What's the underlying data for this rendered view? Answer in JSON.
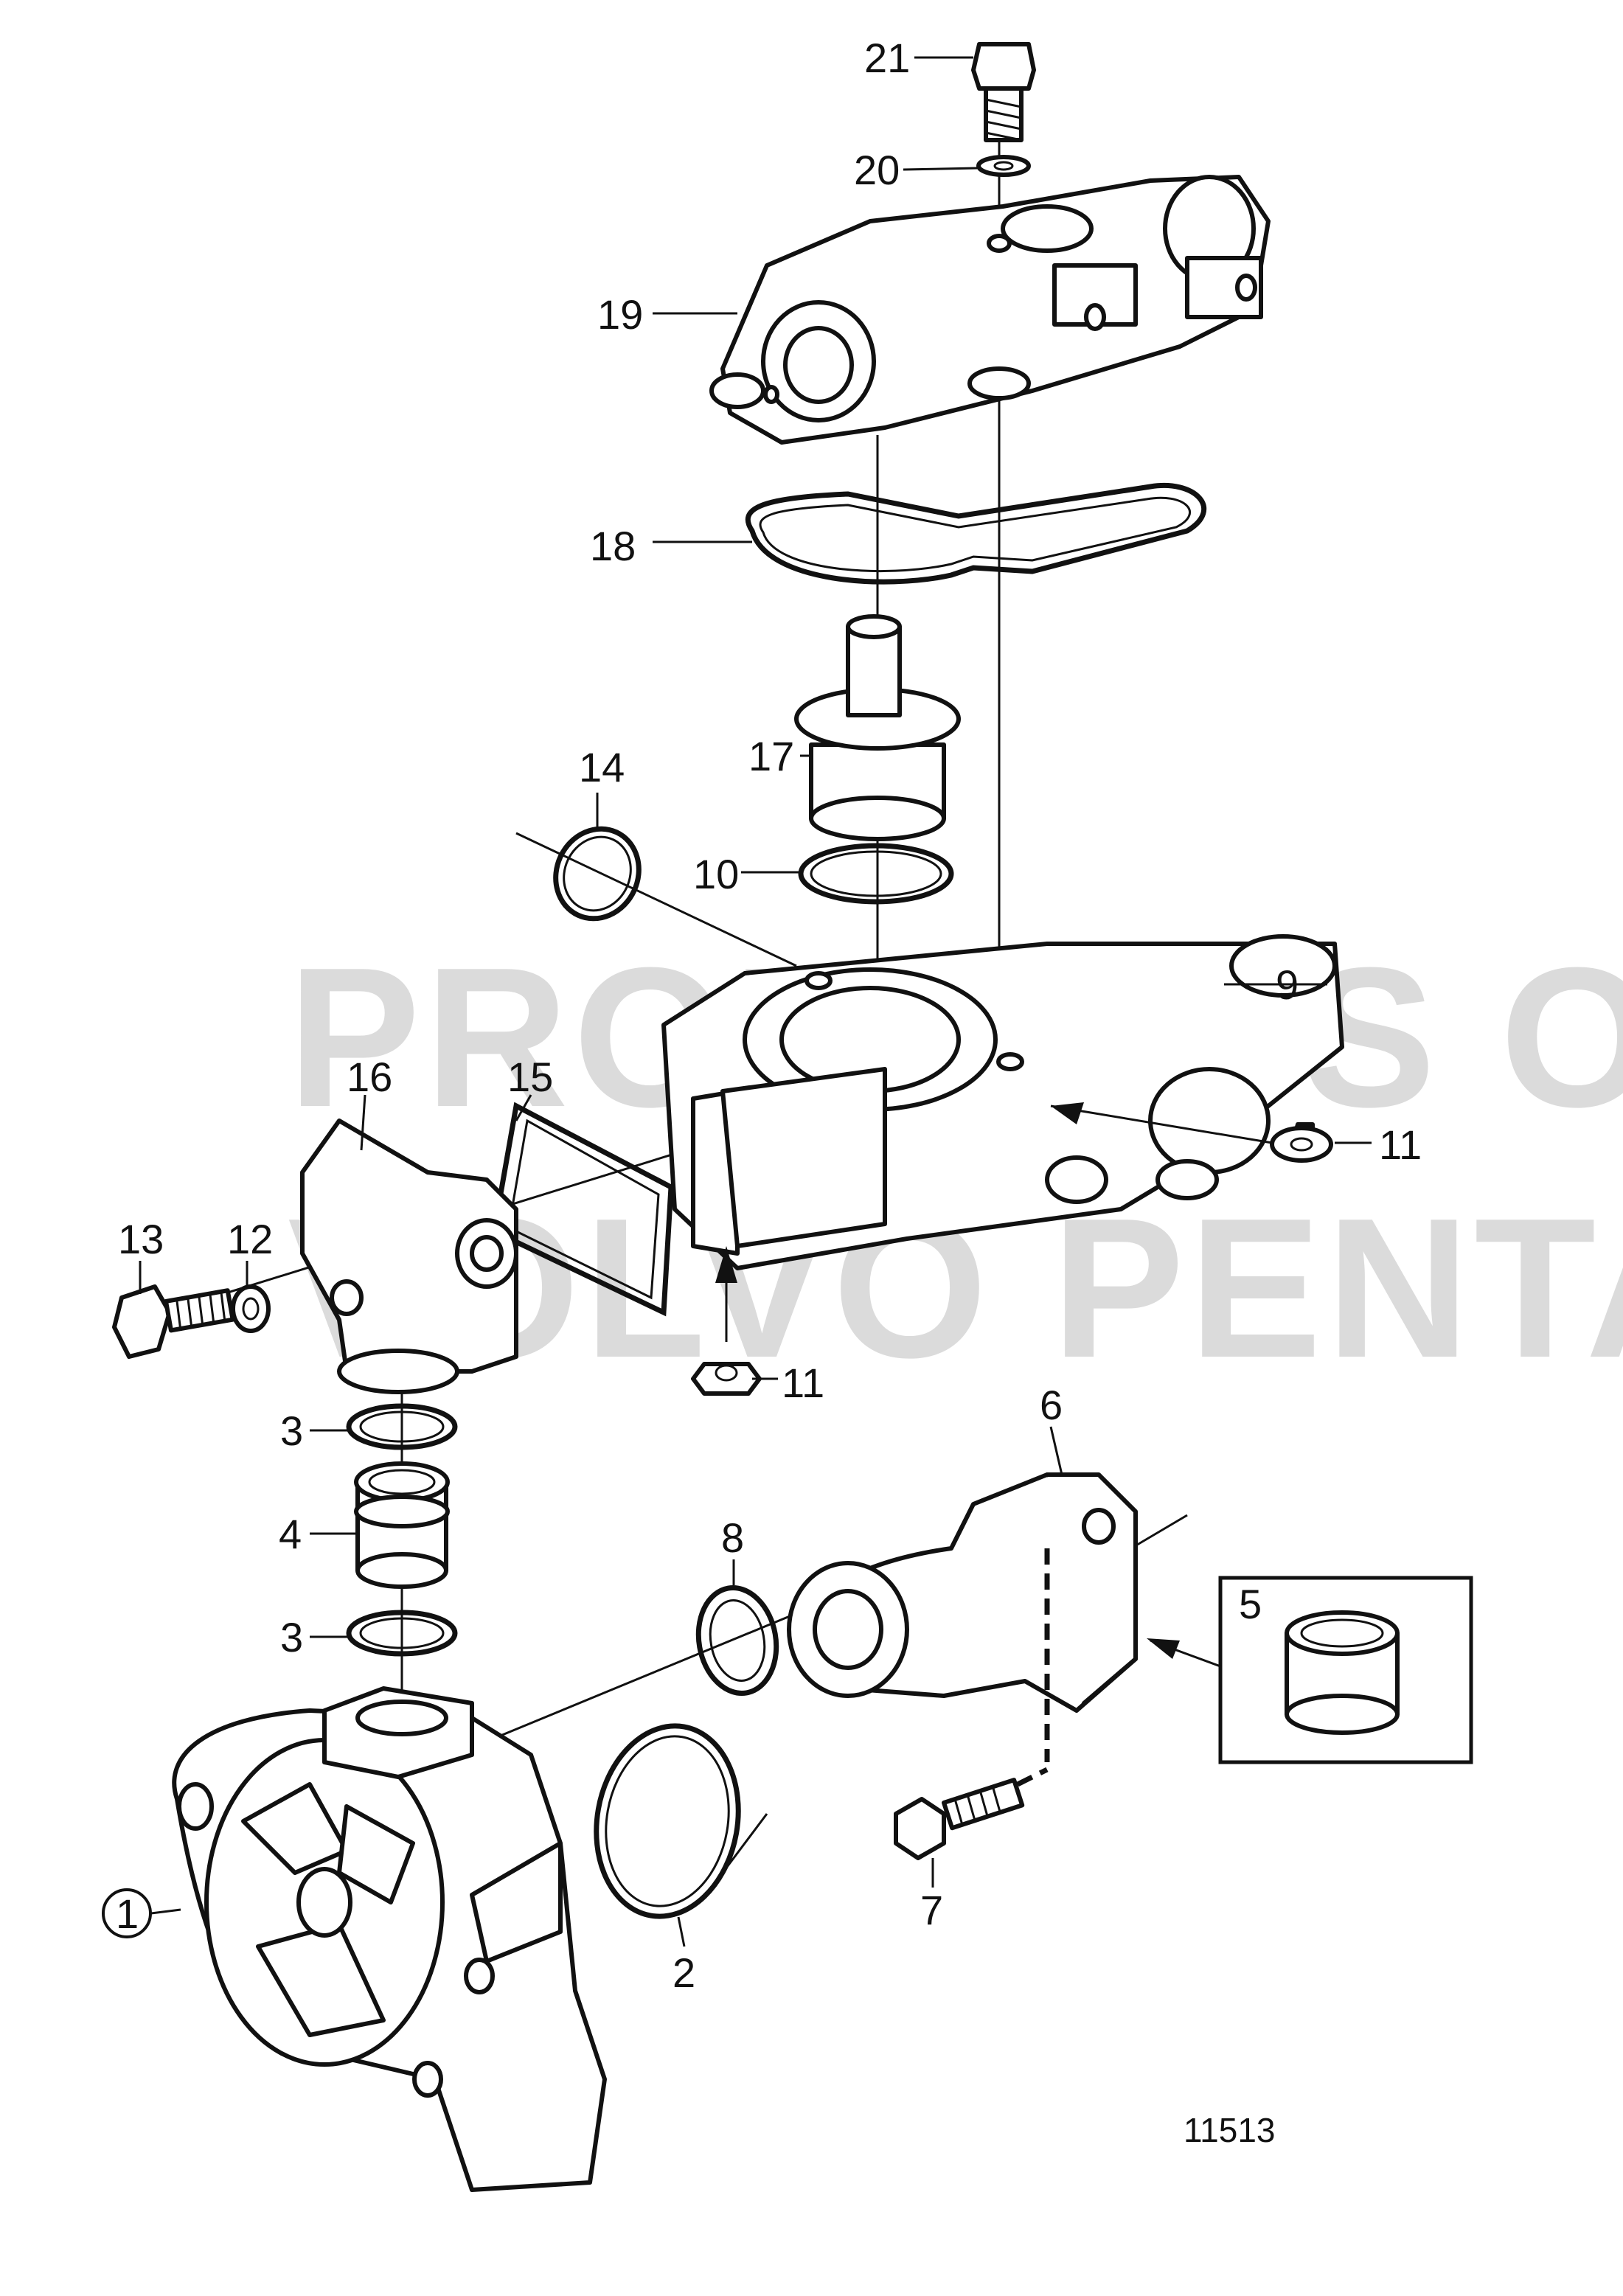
{
  "diagram": {
    "watermark": {
      "line1": "PRODUCTS OF",
      "line2": "VOLVO PENTA"
    },
    "drawing_number": "11513",
    "callouts": [
      {
        "id": "c1",
        "label": "1",
        "circled": true
      },
      {
        "id": "c2",
        "label": "2"
      },
      {
        "id": "c3a",
        "label": "3"
      },
      {
        "id": "c3b",
        "label": "3"
      },
      {
        "id": "c4",
        "label": "4"
      },
      {
        "id": "c5",
        "label": "5"
      },
      {
        "id": "c6",
        "label": "6"
      },
      {
        "id": "c7",
        "label": "7"
      },
      {
        "id": "c8",
        "label": "8"
      },
      {
        "id": "c9",
        "label": "9"
      },
      {
        "id": "c10",
        "label": "10"
      },
      {
        "id": "c11a",
        "label": "11"
      },
      {
        "id": "c11b",
        "label": "11"
      },
      {
        "id": "c12",
        "label": "12"
      },
      {
        "id": "c13",
        "label": "13"
      },
      {
        "id": "c14",
        "label": "14"
      },
      {
        "id": "c15",
        "label": "15"
      },
      {
        "id": "c16",
        "label": "16"
      },
      {
        "id": "c17",
        "label": "17"
      },
      {
        "id": "c18",
        "label": "18"
      },
      {
        "id": "c19",
        "label": "19"
      },
      {
        "id": "c20",
        "label": "20"
      },
      {
        "id": "c21",
        "label": "21"
      }
    ]
  }
}
